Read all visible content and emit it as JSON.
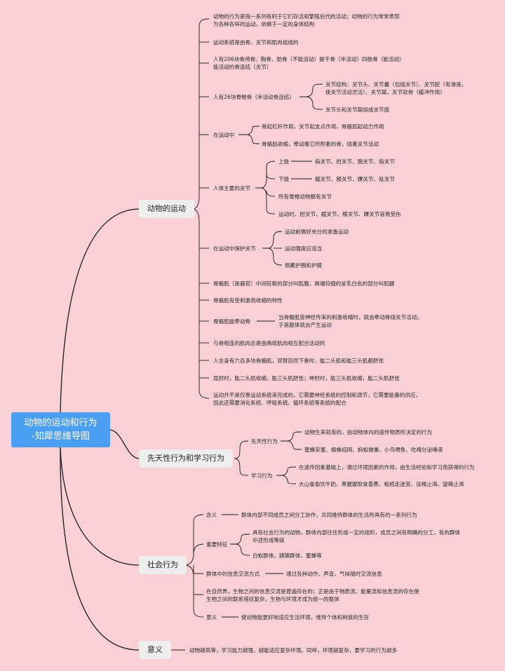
{
  "root": {
    "line1": "动物的运动和行为",
    "line2": "-知犀思维导图"
  },
  "branches": {
    "motion": {
      "label": "动物的运动",
      "items": [
        "动物的行为是指一系列有利于它们存活和繁殖后代的活动；动物的行为常常表现",
        "为各种各样的运动，依赖于一定的身体结构",
        "运动系统是由骨、关节和肌肉组成的",
        "人有206块骨颅骨、胸骨、肋骨（不能活动）躯干骨（半活动）四肢骨（能活动）",
        "能活动的骨连结（关节）",
        "人有26块脊椎骨（半活动骨连结）",
        "关节结构：关节头、关节囊（包绕关节）、关节腔（有滑液，",
        "使关节活动灵活）、关节窝、关节软骨（缓冲作用）",
        "关节头和关节窝组成关节面",
        "在运动中",
        "骨起杠杆作用，关节起支点作用，骨骼肌起动力作用",
        "骨骼肌收缩，牵动着它所附着的骨，绕着关节活动",
        "人体主要的关节",
        "上肢",
        "肩关节、肘关节、腕关节、指关节",
        "下肢",
        "髋关节、膝关节、踝关节、趾关节",
        "所有脊椎动物都有关节",
        "运动时，肘关节、髋关节、膝关节、踝关节容易受伤",
        "在运动中保护关节",
        "运动前做好充分的准备运动",
        "运动强度应适当",
        "佩戴护腕和护膝",
        "骨骼肌（是器官）中间较粗的部分叫肌腹，两端较细的呈乳白色的部分叫肌腱",
        "骨骼肌有受刺激而收缩的特性",
        "骨骼肌能牵动骨",
        "当骨骼肌受神经传来的刺激收缩时，就会牵动骨绕关节活动，",
        "于是躯体就会产生运动",
        "与骨相连的肌肉总是由两组肌肉相互配合活动的",
        "人全身有六百多块骨骼肌，双臂自然下垂时，肱二头肌和肱三头肌都舒张",
        "屈肘时，肱二头肌收缩，肱三头肌舒张；伸肘时，肱三头肌收缩，肱二头肌舒张",
        "运动并不是仅靠运动系统来完成的，它需要神经系统的控制和调节，它需要能量的供应，",
        "因此还需要消化系统、呼吸系统、循环系统等系统的配合"
      ]
    },
    "innate": {
      "label": "先天性行为和学习行为",
      "items": [
        "先天性行为",
        "动物生来就有的，由动物体内的遗传物质所决定的行为",
        "蜜蜂采蜜、蜘蛛结网、蚂蚁做巢、小鸟喂鱼、吃梅分泌唾液",
        "学习行为",
        "在遗传因素基础上，通过环境因素的作用，由生活经验和学习而获得的行为",
        "大山雀偷饮牛奶、黑猩猩取食香蕉、蚯蚓走迷宫、谈梅止渴、望梅止渴"
      ]
    },
    "social": {
      "label": "社会行为",
      "items": [
        "含义",
        "群体内部不同成员之间分工协作，共同维持群体的生活所具有的一系列行为",
        "重要特征",
        "具有社会行为的动物，群体内部往往形成一定的组织，成员之间有明确的分工，有的群体",
        "中还形成等级",
        "白蚁群体、狒狒群体、蜜蜂等",
        "群体中的信息交流方式",
        "通过各种动作、声音、气味随时交流信息",
        "在自然界，生物之间的信息交流是普遍存在的；正是由于物质流、能量流和信息流的存在使",
        "生物之间的联系错综复杂，生物与环境才成为统一的整体",
        "意义",
        "使动物能更好地适应生活环境，维持个体和种族的生存"
      ]
    },
    "meaning": {
      "label": "意义",
      "items": [
        "动物越高等，学习能力越强，越能适应复杂环境。同样，环境越复杂，要学习的行为越多"
      ]
    }
  },
  "colors": {
    "background": "#f9d0d6",
    "root": "#4a9ff3",
    "branch": "#eeeeee",
    "line": "#1a1a1a"
  }
}
